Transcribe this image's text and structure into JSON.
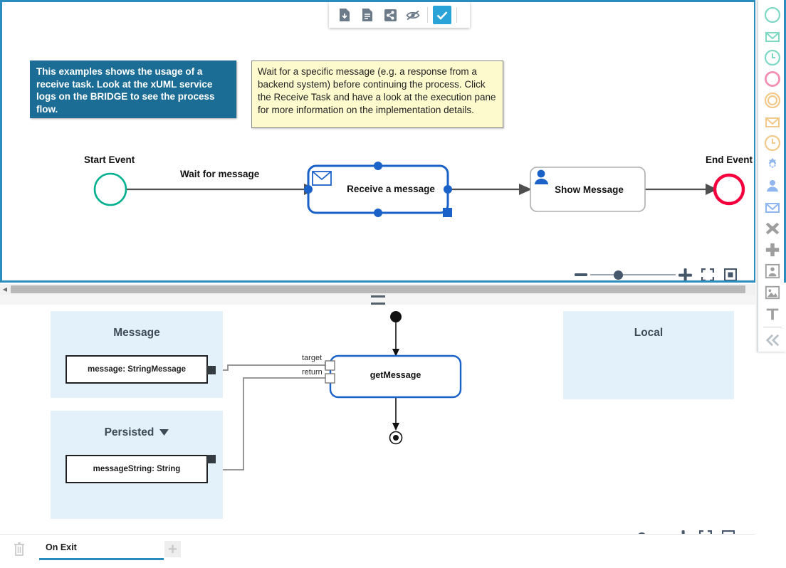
{
  "toolbar": {
    "buttons": [
      {
        "name": "download-icon",
        "label": "Download"
      },
      {
        "name": "document-icon",
        "label": "Document"
      },
      {
        "name": "share-icon",
        "label": "Share"
      },
      {
        "name": "eye-off-icon",
        "label": "Hide"
      },
      {
        "name": "check-icon",
        "label": "Validate"
      }
    ],
    "accent_color": "#2aa3d8"
  },
  "notes": {
    "blue": {
      "text": "This examples shows the usage of a receive task. Look at the xUML service logs on the BRIDGE to see the process flow.",
      "bg": "#1b6d96",
      "color": "#ffffff"
    },
    "yellow": {
      "text": "Wait for a specific message (e.g. a response from a backend system) before continuing the process. Click the Receive Task and have a look at the execution pane for more information on the implementation details.",
      "bg": "#fdfbce",
      "color": "#222222"
    }
  },
  "bpmn": {
    "start_event_label": "Start Event",
    "end_event_label": "End Event",
    "flow_label": "Wait for message",
    "receive_task_label": "Receive a message",
    "user_task_label": "Show Message",
    "start_color": "#00b08f",
    "end_color": "#f5003c",
    "selection_color": "#1a62c8",
    "zoom": {
      "minus": "−",
      "plus": "+",
      "slider_percent": 33,
      "fit_label": "Fit to screen",
      "frame_label": "Actual size"
    }
  },
  "uml": {
    "groups": [
      {
        "title": "Message",
        "attr": "message: StringMessage",
        "has_dropdown": false
      },
      {
        "title": "Persisted",
        "attr": "messageString: String",
        "has_dropdown": true
      },
      {
        "title": "Local",
        "attr": "",
        "has_dropdown": false
      }
    ],
    "action_label": "getMessage",
    "pin_labels": [
      "target",
      "return"
    ],
    "selection_color": "#1a62c8",
    "group_bg": "#e3f1fa",
    "zoom": {
      "minus": "−",
      "plus": "+",
      "slider_percent": 63,
      "fit_label": "Fit to screen",
      "frame_label": "Actual size"
    }
  },
  "tabbar": {
    "trash_label": "Delete",
    "active_tab": "On Exit",
    "add_label": "+"
  },
  "palette": {
    "items": [
      {
        "name": "start-event-none-icon",
        "label": "Start Event"
      },
      {
        "name": "start-event-message-icon",
        "label": "Message Start Event"
      },
      {
        "name": "start-event-timer-icon",
        "label": "Timer Start Event"
      },
      {
        "name": "end-event-icon",
        "label": "End Event"
      },
      {
        "name": "intermediate-event-icon",
        "label": "Intermediate Event"
      },
      {
        "name": "intermediate-message-icon",
        "label": "Intermediate Message Event"
      },
      {
        "name": "intermediate-timer-icon",
        "label": "Intermediate Timer Event"
      },
      {
        "name": "service-task-icon",
        "label": "Service Task"
      },
      {
        "name": "user-task-icon",
        "label": "User Task"
      },
      {
        "name": "receive-task-icon",
        "label": "Receive Task"
      },
      {
        "name": "gateway-exclusive-icon",
        "label": "Exclusive Gateway"
      },
      {
        "name": "gateway-parallel-icon",
        "label": "Parallel Gateway"
      },
      {
        "name": "pool-icon",
        "label": "Pool"
      },
      {
        "name": "image-icon",
        "label": "Image"
      },
      {
        "name": "text-icon",
        "label": "Text Annotation"
      },
      {
        "name": "collapse-icon",
        "label": "Collapse palette"
      }
    ],
    "green": "#7fd8c4",
    "red": "#f48fb1",
    "orange": "#f2c98a",
    "blue": "#8fb6ee",
    "grey": "#9e9e9e"
  }
}
